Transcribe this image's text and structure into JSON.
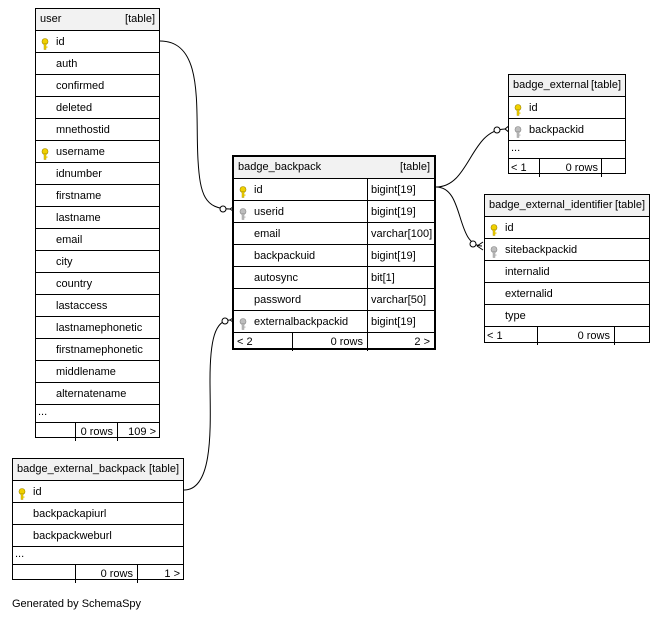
{
  "caption": "Generated by SchemaSpy",
  "tables": {
    "user": {
      "name": "user",
      "tag": "[table]",
      "columns": [
        "id",
        "auth",
        "confirmed",
        "deleted",
        "mnethostid",
        "username",
        "idnumber",
        "firstname",
        "lastname",
        "email",
        "city",
        "country",
        "lastaccess",
        "lastnamephonetic",
        "firstnamephonetic",
        "middlename",
        "alternatename"
      ],
      "key_icons": {
        "id": "primary-key",
        "username": "primary-key"
      },
      "ellipsis": "...",
      "footer": {
        "left": "",
        "rows": "0 rows",
        "right": "109 >"
      }
    },
    "badge_backpack": {
      "name": "badge_backpack",
      "tag": "[table]",
      "columns": [
        {
          "name": "id",
          "type": "bigint[19]",
          "icon": "primary-key"
        },
        {
          "name": "userid",
          "type": "bigint[19]",
          "icon": "foreign-key"
        },
        {
          "name": "email",
          "type": "varchar[100]",
          "icon": ""
        },
        {
          "name": "backpackuid",
          "type": "bigint[19]",
          "icon": ""
        },
        {
          "name": "autosync",
          "type": "bit[1]",
          "icon": ""
        },
        {
          "name": "password",
          "type": "varchar[50]",
          "icon": ""
        },
        {
          "name": "externalbackpackid",
          "type": "bigint[19]",
          "icon": "foreign-key"
        }
      ],
      "footer": {
        "left": "< 2",
        "rows": "0 rows",
        "right": "2 >"
      }
    },
    "badge_external": {
      "name": "badge_external",
      "tag": "[table]",
      "columns": [
        {
          "name": "id",
          "icon": "primary-key"
        },
        {
          "name": "backpackid",
          "icon": "foreign-key"
        }
      ],
      "ellipsis": "...",
      "footer": {
        "left": "< 1",
        "rows": "0 rows",
        "right": ""
      }
    },
    "badge_external_identifier": {
      "name": "badge_external_identifier",
      "tag": "[table]",
      "columns": [
        {
          "name": "id",
          "icon": "primary-key"
        },
        {
          "name": "sitebackpackid",
          "icon": "foreign-key"
        },
        {
          "name": "internalid",
          "icon": ""
        },
        {
          "name": "externalid",
          "icon": ""
        },
        {
          "name": "type",
          "icon": ""
        }
      ],
      "footer": {
        "left": "< 1",
        "rows": "0 rows",
        "right": ""
      }
    },
    "badge_external_backpack": {
      "name": "badge_external_backpack",
      "tag": "[table]",
      "columns": [
        {
          "name": "id",
          "icon": "primary-key"
        },
        {
          "name": "backpackapiurl",
          "icon": ""
        },
        {
          "name": "backpackweburl",
          "icon": ""
        }
      ],
      "ellipsis": "...",
      "footer": {
        "left": "",
        "rows": "0 rows",
        "right": "1 >"
      }
    }
  }
}
